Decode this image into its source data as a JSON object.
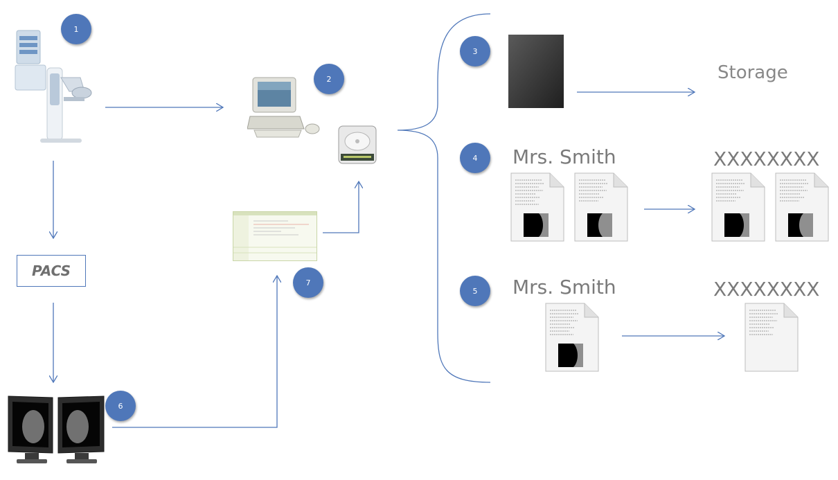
{
  "steps": [
    "1",
    "2",
    "3",
    "4",
    "5",
    "6",
    "7"
  ],
  "pacs_label": "PACS",
  "storage_label": "Storage",
  "patient_name": "Mrs. Smith",
  "anonymized_name": "XXXXXXXX",
  "colors": {
    "accent": "#4f77b9",
    "arrow": "#4f77b9",
    "text": "#7a7a7a"
  },
  "icons": [
    "mammography-machine-icon",
    "desktop-computer-icon",
    "hard-drive-icon",
    "software-window-icon",
    "dual-monitors-icon",
    "xray-image-icon",
    "dicom-file-icon"
  ]
}
